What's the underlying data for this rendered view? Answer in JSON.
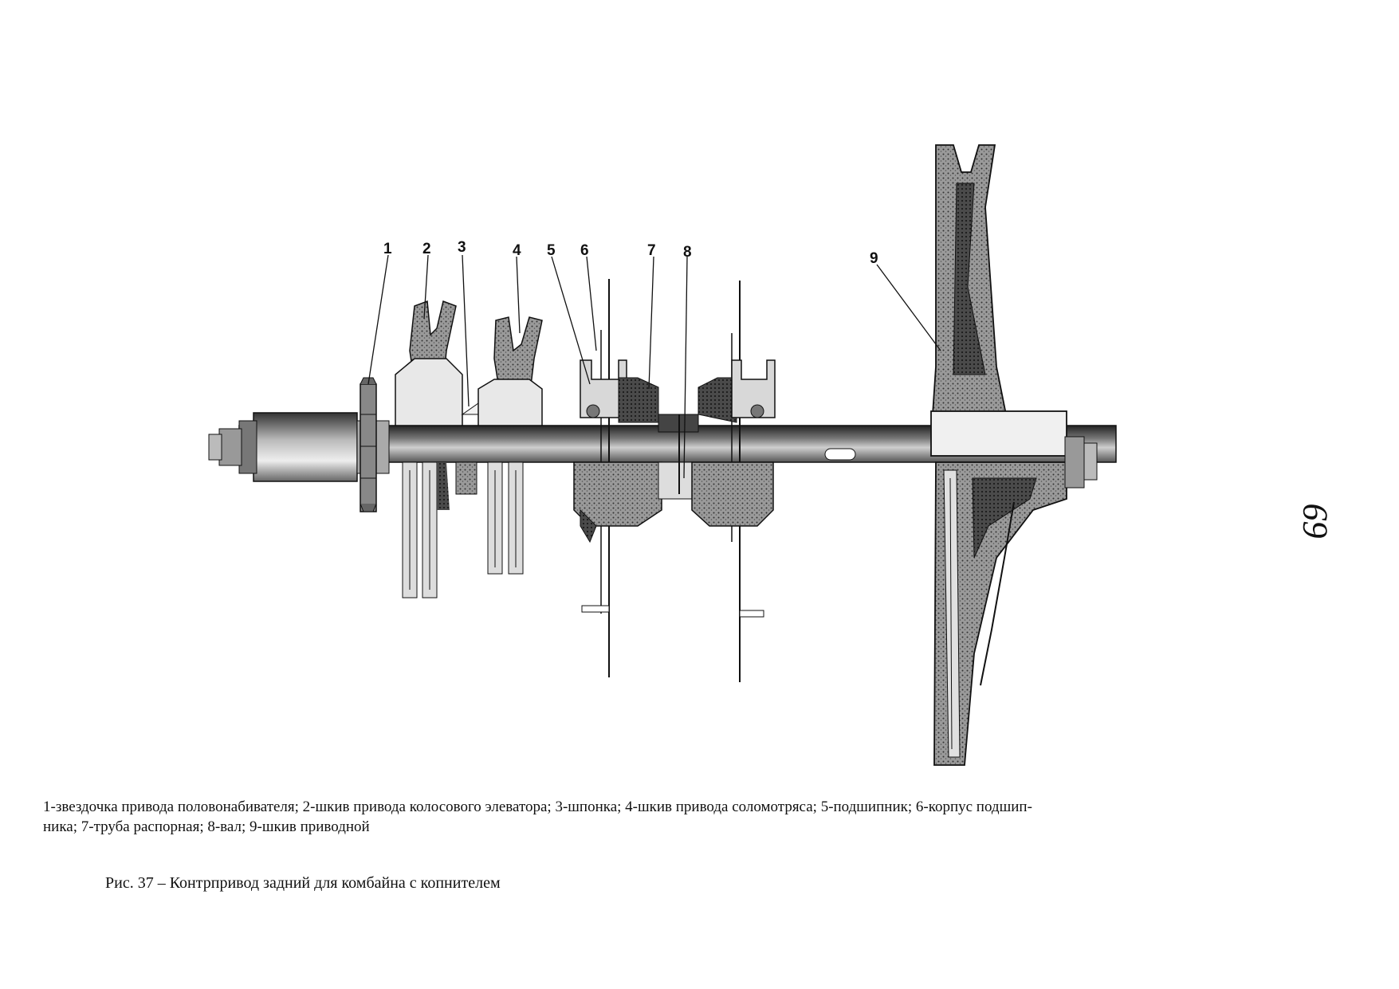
{
  "figure": {
    "callouts": [
      "1",
      "2",
      "3",
      "4",
      "5",
      "6",
      "7",
      "8",
      "9"
    ],
    "legend_line1": "1-звездочка привода половонабивателя; 2-шкив привода колосового элеватора; 3-шпонка; 4-шкив привода соломотряса; 5-подшипник; 6-корпус подшип-",
    "legend_line2": "ника; 7-труба распорная; 8-вал; 9-шкив приводной",
    "caption": "Рис. 37 – Контрпривод задний для комбайна с копнителем",
    "page_number": "69"
  }
}
